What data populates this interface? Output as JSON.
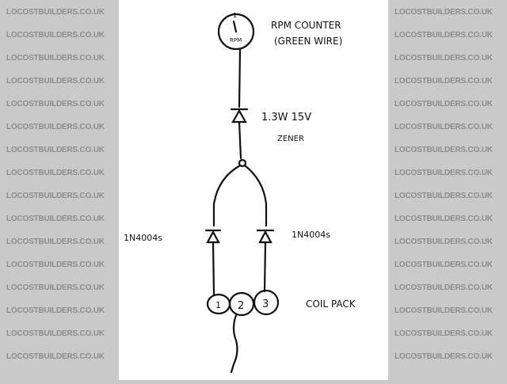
{
  "watermark": "LOCOSTBUILDERS.CO.UK",
  "diagram": {
    "rpm_gauge_label": "RPM",
    "rpm_gauge_number": "1",
    "rpm_counter_line1": "RPM COUNTER",
    "rpm_counter_line2": "(GREEN WIRE)",
    "zener_line1": "1.3W 15V",
    "zener_line2": "ZENER",
    "diode_left_label": "1N4004s",
    "diode_right_label": "1N4004s",
    "coil_pins": [
      "1",
      "2",
      "3"
    ],
    "coil_pack_label": "COIL PACK"
  }
}
